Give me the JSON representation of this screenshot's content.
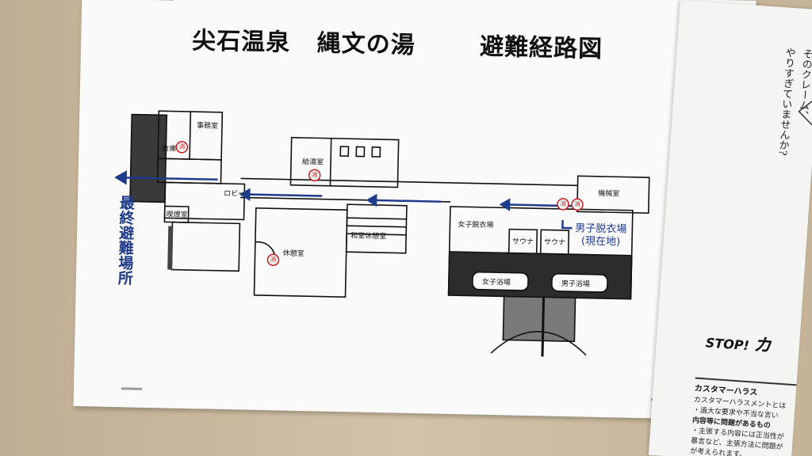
{
  "sign": {
    "title_parts": [
      "尖石温泉",
      "縄文の湯",
      "避難経路図"
    ],
    "exit_label": "最終避難場所",
    "here_label_line1": "男子脱衣場",
    "here_label_line2": "(現在地)",
    "fire_extinguisher_mark": "消",
    "rooms": {
      "office": "事務室",
      "storage": "倉庫",
      "lobby": "ロビー",
      "smoking": "喫煙室",
      "kitchen": "給湯室",
      "machine": "機械室",
      "womens_changing": "女子脱衣場",
      "japanese_rest": "和室休憩室",
      "rest_room": "休憩室",
      "sauna_left": "サウナ",
      "sauna_right": "サウナ",
      "womens_bath": "女子浴場",
      "mens_bath": "男子浴場"
    },
    "colors": {
      "route_arrow": "#1f3c8a",
      "extinguisher": "#cc1e1e",
      "here_text": "#1a3a99"
    }
  },
  "poster": {
    "vertical_lines": [
      "そのクレーム、",
      "やりすぎていませんか?"
    ],
    "stop_prefix": "STOP!",
    "stop_word": "カ",
    "box_title": "カスタマーハラス",
    "lines": [
      {
        "text": "カスタマーハラスメントとは",
        "bold": false
      },
      {
        "text": "・過大な要求や不当な言い",
        "bold": false
      },
      {
        "text": "内容等に問題があるもの",
        "bold": true
      },
      {
        "text": "・主張する内容には正当性が",
        "bold": false
      },
      {
        "text": "暴言など、主張方法に問題が",
        "bold": false
      },
      {
        "text": "が考えられます。",
        "bold": false
      }
    ]
  }
}
